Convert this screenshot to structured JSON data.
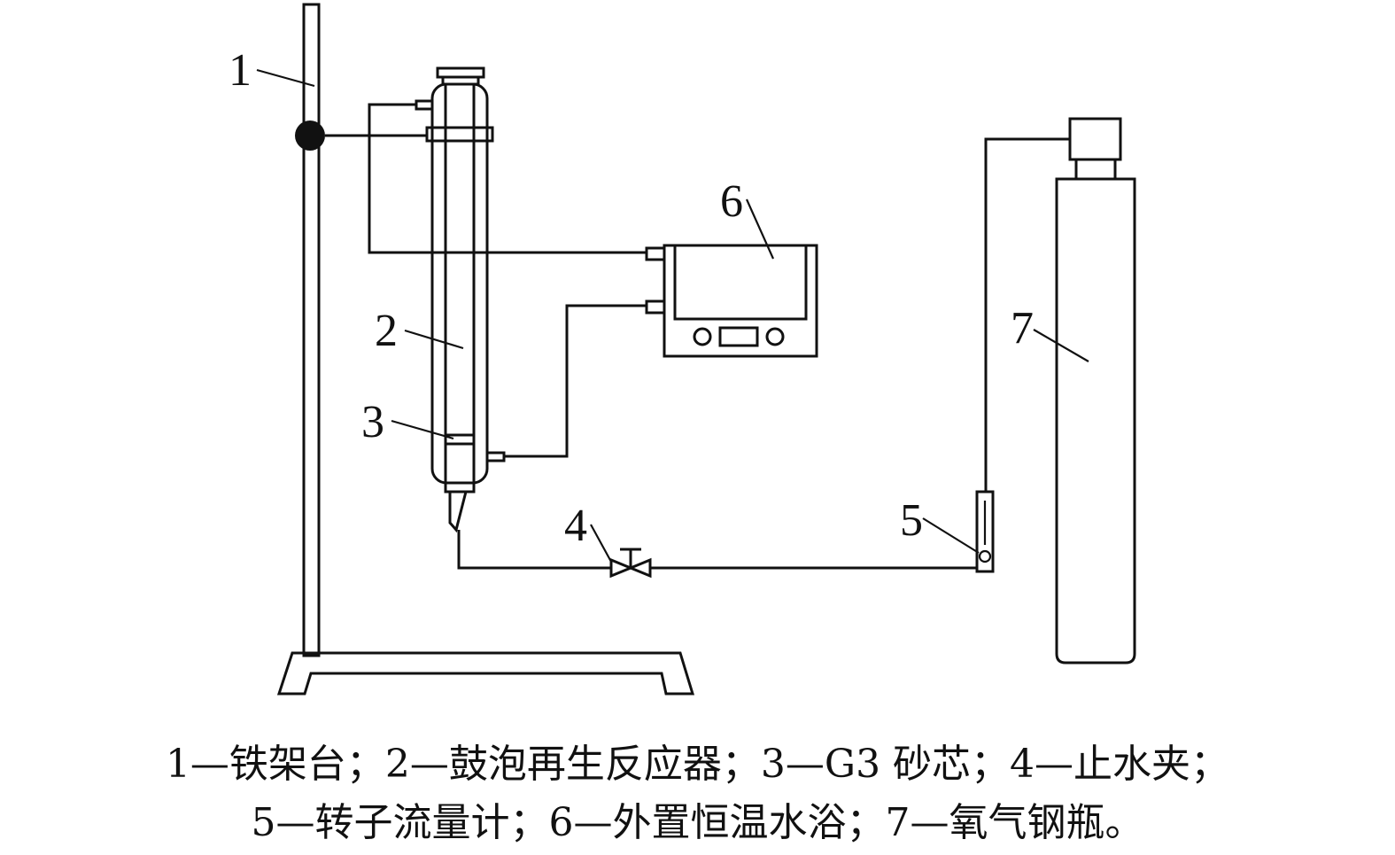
{
  "labels": {
    "iron_stand": "1",
    "reactor": "2",
    "sand_core": "3",
    "clamp": "4",
    "flowmeter": "5",
    "water_bath": "6",
    "oxygen_cylinder": "7"
  },
  "caption": {
    "line1": "1—铁架台；2—鼓泡再生反应器；3—G3 砂芯；4—止水夹；",
    "line2": "5—转子流量计；6—外置恒温水浴；7—氧气钢瓶。"
  }
}
